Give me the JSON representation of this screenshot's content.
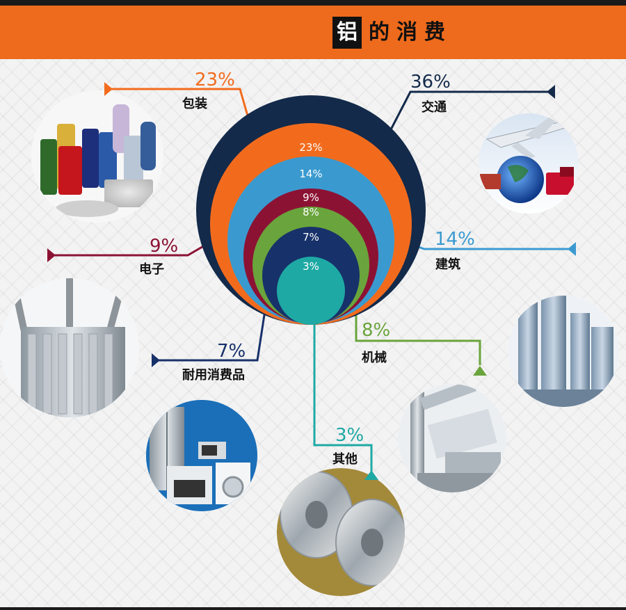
{
  "header": {
    "title_badge": "铝",
    "title_rest": "的消费"
  },
  "colors": {
    "banner": "#ee6a1c",
    "transport": "#132a4a",
    "packaging": "#f26b1d",
    "construction": "#3a9ad0",
    "electronics": "#8c1234",
    "machinery": "#6aa43c",
    "durables": "#17316a",
    "other": "#1fa9a4"
  },
  "chart_data": {
    "type": "pie",
    "categories": [
      "交通",
      "包装",
      "建筑",
      "电子",
      "机械",
      "耐用消费品",
      "其他"
    ],
    "values": [
      36,
      23,
      14,
      9,
      8,
      7,
      3
    ],
    "value_labels": [
      "36%",
      "23%",
      "14%",
      "9%",
      "8%",
      "7%",
      "3%"
    ],
    "title": "铝的消费"
  }
}
